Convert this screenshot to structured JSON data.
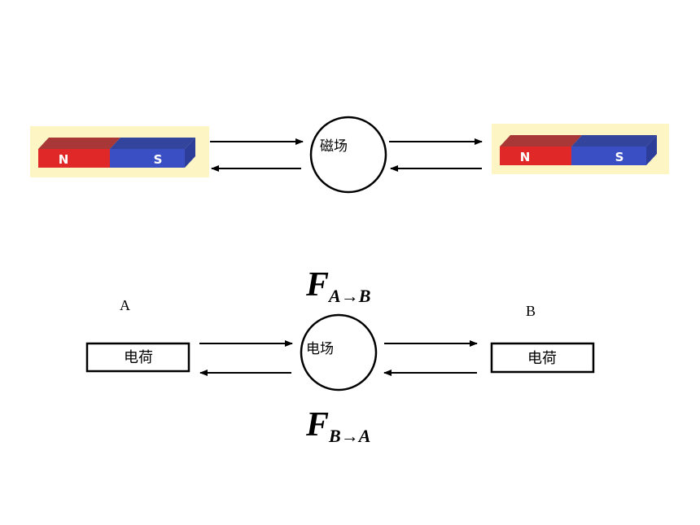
{
  "magnetic": {
    "field_label": "磁场",
    "left_magnet": {
      "north_label": "N",
      "south_label": "S"
    },
    "right_magnet": {
      "north_label": "N",
      "south_label": "S"
    }
  },
  "electric": {
    "field_label": "电场",
    "label_a": "A",
    "label_b": "B",
    "charge_left_label": "电荷",
    "charge_right_label": "电荷",
    "force_top": {
      "symbol": "F",
      "subscript": "A→B"
    },
    "force_bottom": {
      "symbol": "F",
      "subscript": "B→A"
    }
  },
  "colors": {
    "magnet_background": "#fdf5c4",
    "north_red": "#e02828",
    "north_red_top": "#a83737",
    "south_blue": "#3a4fc4",
    "south_blue_top": "#32449c",
    "south_blue_side": "#2d3e9a",
    "line": "#000000"
  }
}
